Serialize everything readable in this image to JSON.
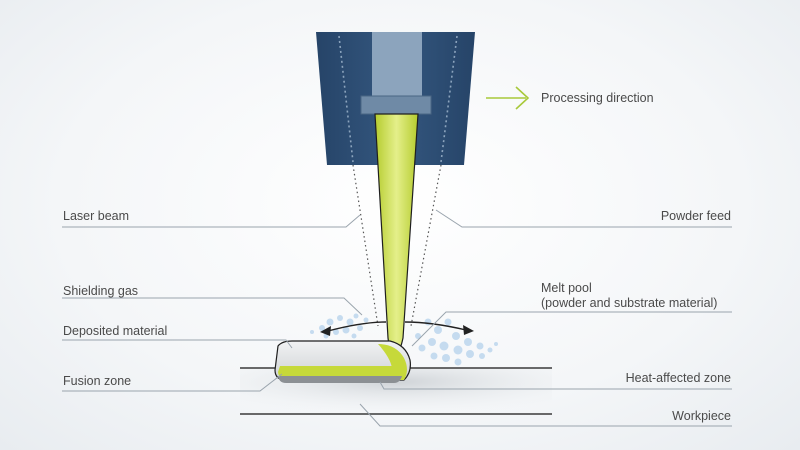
{
  "labels": {
    "processing_direction": "Processing direction",
    "laser_beam": "Laser beam",
    "powder_feed": "Powder feed",
    "shielding_gas": "Shielding gas",
    "melt_pool_line1": "Melt pool",
    "melt_pool_line2": "(powder and substrate material)",
    "deposited_material": "Deposited material",
    "fusion_zone": "Fusion zone",
    "heat_affected_zone": "Heat-affected zone",
    "workpiece": "Workpiece"
  },
  "colors": {
    "nozzle_outer": "#2e4f7a",
    "nozzle_inner": "#8ca4bd",
    "laser": "#c6d93a",
    "accent_arrow": "#a8c93a",
    "powder_dots": "#b9d4ec",
    "leader_lines": "#9aa4ad"
  }
}
